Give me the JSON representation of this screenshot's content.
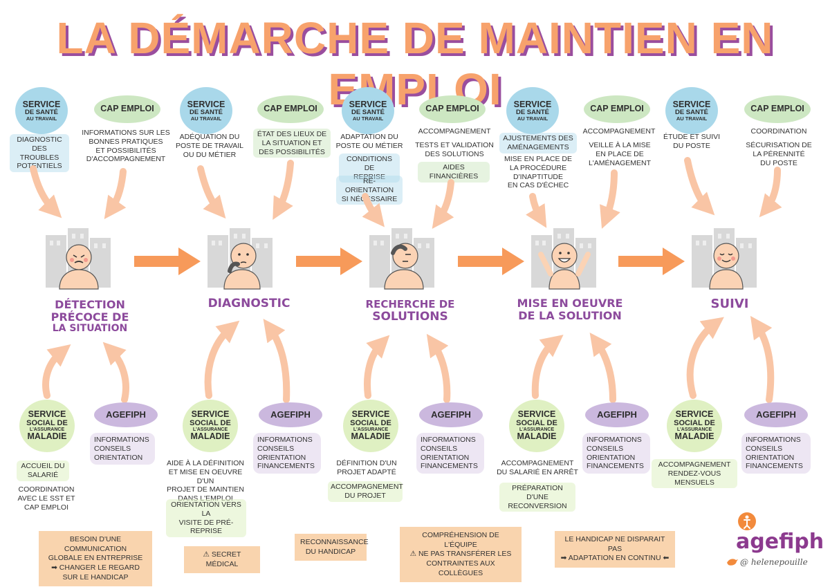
{
  "title": "LA DÉMARCHE DE MAINTIEN EN EMPLOI",
  "actors": {
    "sst": [
      "SERVICE",
      "DE SANTÉ",
      "AU TRAVAIL"
    ],
    "cap": "CAP EMPLOI",
    "ssam": [
      "SERVICE",
      "SOCIAL DE",
      "L'ASSURANCE",
      "MALADIE"
    ],
    "agefiph": "AGEFIPH"
  },
  "stages": [
    {
      "name": [
        "DÉTECTION",
        "PRÉCOCE DE",
        "LA SITUATION"
      ],
      "sst_notes": [
        "DIAGNOSTIC",
        "DES TROUBLES",
        "POTENTIELS"
      ],
      "cap_notes": [
        "INFORMATIONS SUR LES",
        "BONNES PRATIQUES",
        "ET POSSIBILITÉS",
        "D'ACCOMPAGNEMENT"
      ],
      "ssam_notes": [
        [
          "ACCUEIL DU",
          "SALARIÉ"
        ],
        [
          "COORDINATION",
          "AVEC LE SST ET",
          "CAP EMPLOI"
        ]
      ],
      "agef_notes": [
        "INFORMATIONS",
        "CONSEILS",
        "ORIENTATION"
      ]
    },
    {
      "name": [
        "DIAGNOSTIC"
      ],
      "sst_notes": [
        "ADÉQUATION DU",
        "POSTE DE TRAVAIL",
        "OU DU MÉTIER"
      ],
      "cap_notes": [
        "ÉTAT DES LIEUX DE",
        "LA SITUATION ET",
        "DES POSSIBILITÉS"
      ],
      "ssam_notes": [
        [
          "AIDE À LA DÉFINITION",
          "ET MISE EN OEUVRE D'UN",
          "PROJET DE MAINTIEN",
          "DANS L'EMPLOI"
        ],
        [
          "ORIENTATION VERS LA",
          "VISITE DE PRÉ-REPRISE"
        ]
      ],
      "agef_notes": [
        "INFORMATIONS",
        "CONSEILS",
        "ORIENTATION",
        "FINANCEMENTS"
      ]
    },
    {
      "name": [
        "RECHERCHE DE",
        "SOLUTIONS"
      ],
      "sst_notes": [
        [
          "ADAPTATION DU",
          "POSTE OU MÉTIER"
        ],
        [
          "CONDITIONS DE",
          "REPRISE"
        ],
        [
          "RÉ-ORIENTATION",
          "SI NÉCESSAIRE"
        ]
      ],
      "cap_notes": [
        [
          "ACCOMPAGNEMENT"
        ],
        [
          "TESTS ET VALIDATION",
          "DES SOLUTIONS"
        ],
        [
          "AIDES FINANCIÈRES"
        ]
      ],
      "ssam_notes": [
        [
          "DÉFINITION D'UN",
          "PROJET ADAPTÉ"
        ],
        [
          "ACCOMPAGNEMENT",
          "DU PROJET"
        ]
      ],
      "agef_notes": [
        "INFORMATIONS",
        "CONSEILS",
        "ORIENTATION",
        "FINANCEMENTS"
      ]
    },
    {
      "name": [
        "MISE EN OEUVRE",
        "DE LA SOLUTION"
      ],
      "sst_notes": [
        [
          "AJUSTEMENTS DES",
          "AMÉNAGEMENTS"
        ],
        [
          "MISE EN PLACE DE",
          "LA PROCÉDURE",
          "D'INAPTITUDE",
          "EN CAS D'ÉCHEC"
        ]
      ],
      "cap_notes": [
        [
          "ACCOMPAGNEMENT"
        ],
        [
          "VEILLE À LA MISE",
          "EN PLACE DE",
          "L'AMÉNAGEMENT"
        ]
      ],
      "ssam_notes": [
        [
          "ACCOMPAGNEMENT",
          "DU SALARIÉ EN ARRÊT"
        ],
        [
          "PRÉPARATION D'UNE",
          "RECONVERSION"
        ]
      ],
      "agef_notes": [
        "INFORMATIONS",
        "CONSEILS",
        "ORIENTATION",
        "FINANCEMENTS"
      ]
    },
    {
      "name": [
        "SUIVI"
      ],
      "sst_notes": [
        "ÉTUDE ET SUIVI",
        "DU POSTE"
      ],
      "cap_notes": [
        [
          "COORDINATION"
        ],
        [
          "SÉCURISATION DE",
          "LA PÉRENNITÉ",
          "DU POSTE"
        ]
      ],
      "ssam_notes": [
        [
          "ACCOMPAGNEMENT",
          "RENDEZ-VOUS MENSUELS"
        ]
      ],
      "agef_notes": [
        "INFORMATIONS",
        "CONSEILS",
        "ORIENTATION",
        "FINANCEMENTS"
      ]
    }
  ],
  "footer_notes": {
    "n1": [
      "BESOIN D'UNE COMMUNICATION",
      "GLOBALE EN ENTREPRISE",
      "➡ CHANGER LE REGARD",
      "SUR LE HANDICAP"
    ],
    "n2": [
      "⚠ SECRET MÉDICAL"
    ],
    "n3": [
      "RECONNAISSANCE",
      "DU HANDICAP"
    ],
    "n4": [
      "COMPRÉHENSION DE L'ÉQUIPE",
      "⚠ NE PAS TRANSFÉRER LES",
      "CONTRAINTES AUX COLLÈGUES"
    ],
    "n5": [
      "LE HANDICAP NE DISPARAIT PAS",
      "➡ ADAPTATION EN CONTINU ⬅"
    ]
  },
  "logo": {
    "text": "agefiph",
    "handle": "@ helenepouille"
  },
  "colors": {
    "title_fill": "#f7a26c",
    "title_shadow": "#9a4e9e",
    "stage_text": "#8c4a9c",
    "arrow_orange": "#f79a5a",
    "arrow_peach": "#f9c5a5",
    "sst_bubble": "#a9d8ea",
    "cap_bubble": "#cde7c2",
    "ssam_bubble": "#dff0c2",
    "agefiph_bubble": "#cbb8de",
    "skin": "#fbd3b5",
    "building": "#d8d8d8",
    "footnote": "#f9d4ae"
  }
}
